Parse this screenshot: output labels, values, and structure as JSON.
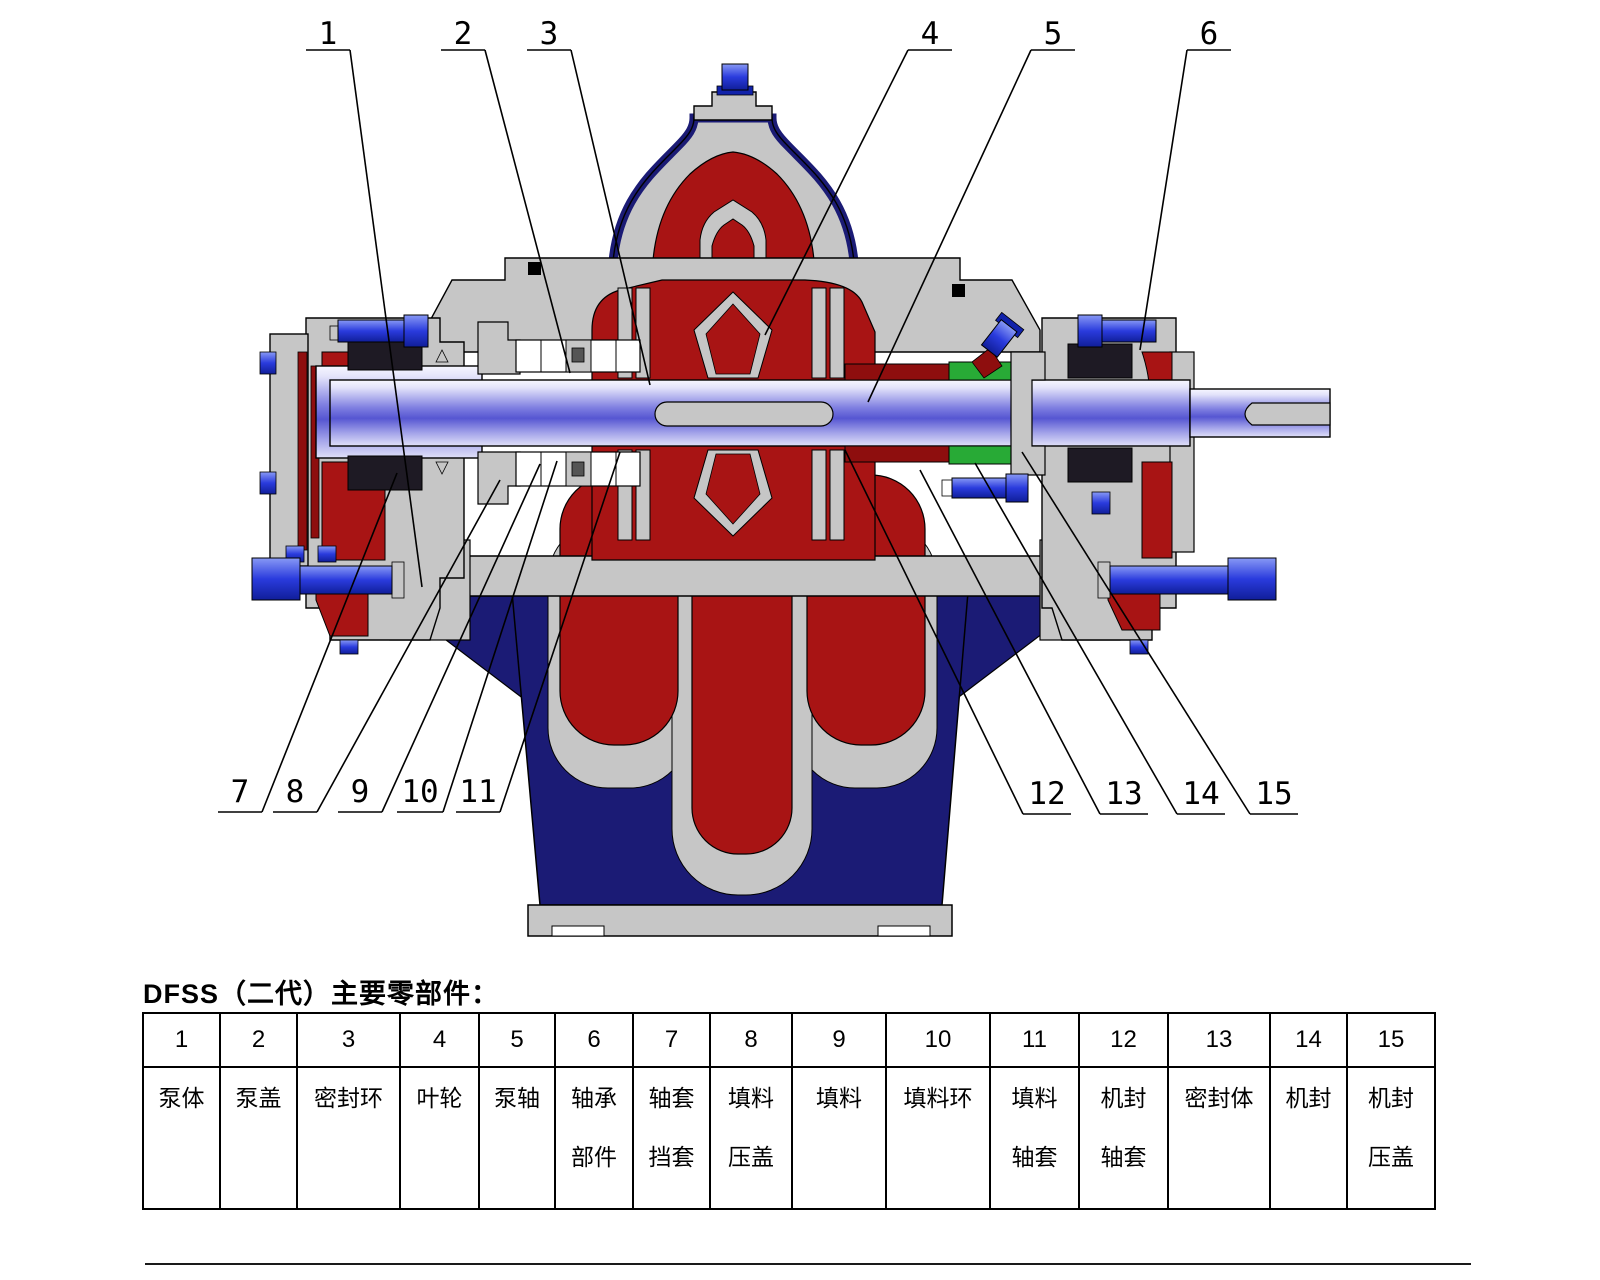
{
  "page": {
    "title": "DFSS（二代）主要零部件："
  },
  "diagram": {
    "type": "pump-cross-section",
    "callouts": [
      {
        "num": "1",
        "part": "泵体"
      },
      {
        "num": "2",
        "part": "泵盖"
      },
      {
        "num": "3",
        "part": "密封环"
      },
      {
        "num": "4",
        "part": "叶轮"
      },
      {
        "num": "5",
        "part": "泵轴"
      },
      {
        "num": "6",
        "part": "轴承部件"
      },
      {
        "num": "7",
        "part": "轴套挡套"
      },
      {
        "num": "8",
        "part": "填料压盖"
      },
      {
        "num": "9",
        "part": "填料"
      },
      {
        "num": "10",
        "part": "填料环"
      },
      {
        "num": "11",
        "part": "填料轴套"
      },
      {
        "num": "12",
        "part": "机封轴套"
      },
      {
        "num": "13",
        "part": "密封体"
      },
      {
        "num": "14",
        "part": "机封"
      },
      {
        "num": "15",
        "part": "机封压盖"
      }
    ]
  },
  "table": {
    "columns": [
      {
        "num": "1",
        "line1": "泵体",
        "line2": ""
      },
      {
        "num": "2",
        "line1": "泵盖",
        "line2": ""
      },
      {
        "num": "3",
        "line1": "密封环",
        "line2": ""
      },
      {
        "num": "4",
        "line1": "叶轮",
        "line2": ""
      },
      {
        "num": "5",
        "line1": "泵轴",
        "line2": ""
      },
      {
        "num": "6",
        "line1": "轴承",
        "line2": "部件"
      },
      {
        "num": "7",
        "line1": "轴套",
        "line2": "挡套"
      },
      {
        "num": "8",
        "line1": "填料",
        "line2": "压盖"
      },
      {
        "num": "9",
        "line1": "填料",
        "line2": ""
      },
      {
        "num": "10",
        "line1": "填料环",
        "line2": ""
      },
      {
        "num": "11",
        "line1": "填料",
        "line2": "轴套"
      },
      {
        "num": "12",
        "line1": "机封",
        "line2": "轴套"
      },
      {
        "num": "13",
        "line1": "密封体",
        "line2": ""
      },
      {
        "num": "14",
        "line1": "机封",
        "line2": ""
      },
      {
        "num": "15",
        "line1": "机封",
        "line2": "压盖"
      }
    ]
  },
  "colors": {
    "casing_gray": "#c6c6c6",
    "interior_red": "#a81414",
    "dark_red": "#8e0e0e",
    "base_navy": "#1b1b75",
    "bolt_blue": "#2a3bdd",
    "seal_green": "#28aa36",
    "bearing_black": "#1e1a24",
    "shaft_blue_mid": "#5656d2"
  }
}
